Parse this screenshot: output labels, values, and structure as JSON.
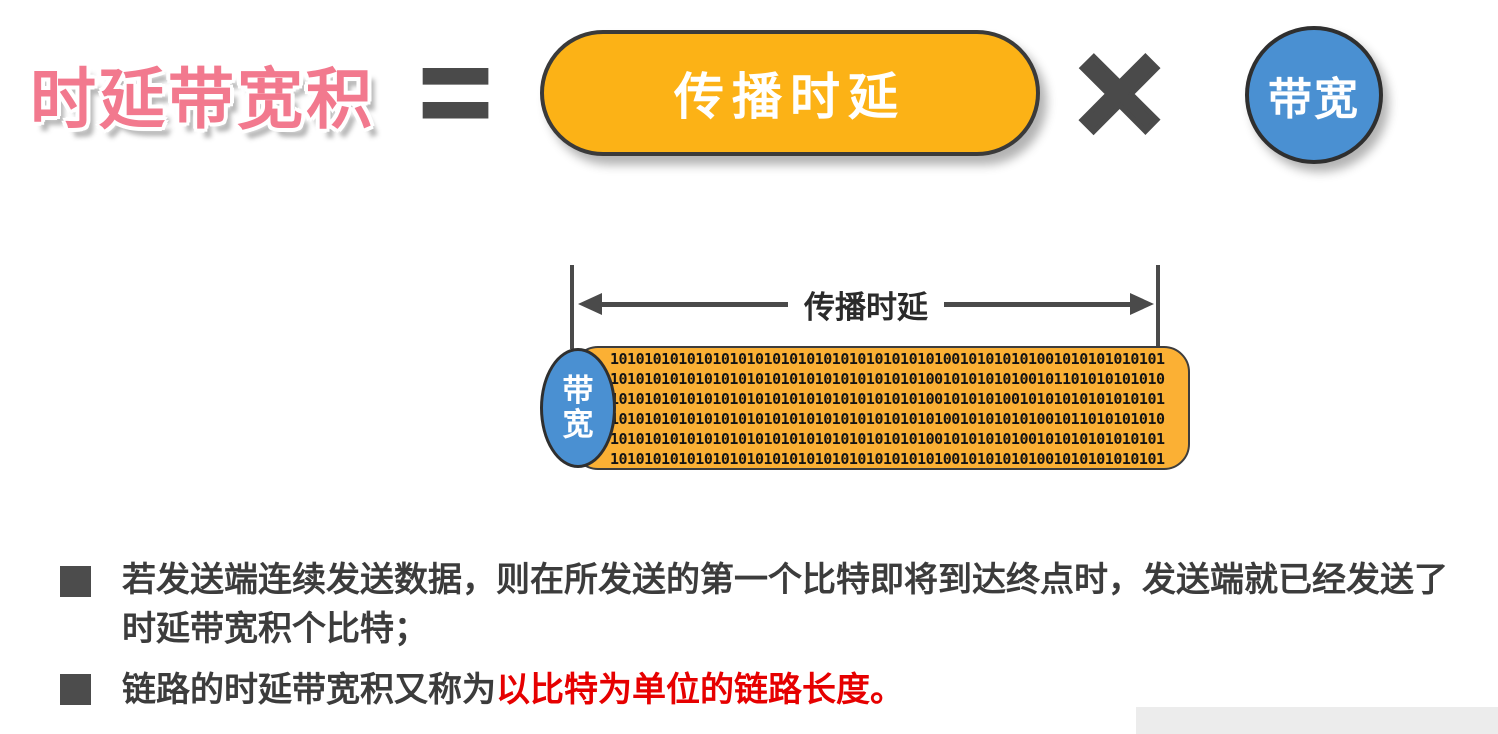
{
  "equation": {
    "title": "时延带宽积",
    "equals_symbol": "=",
    "propagation_delay": "传播时延",
    "multiply_symbol": "×",
    "bandwidth": "带宽"
  },
  "diagram": {
    "arrow_label": "传播时延",
    "pipe_bandwidth_label": "带宽",
    "bit_lines": [
      "10101010101010101010101010101010101010100101010101001010101010101",
      "10101010101010101010101010101010101010010101010100101101010101010",
      "10101010101010101010101010101010101010010101010010101010101010101",
      "10101010101010101010101010101010101010100101010101001011010101010",
      "10101010101010101010101010101010101010010101010100101010101010101",
      "10101010101010101010101010101010101010100101010101001010101010101"
    ]
  },
  "notes": [
    {
      "text": "若发送端连续发送数据，则在所发送的第一个比特即将到达终点时，发送端就已经发送了时延带宽积个比特；"
    },
    {
      "text_normal": "链路的时延带宽积又称为",
      "text_highlight": "以比特为单位的链路长度。"
    }
  ],
  "colors": {
    "title_pink": "#f2798e",
    "pill_orange": "#fcb216",
    "pipe_orange": "#fbb034",
    "circle_blue": "#4a90d2",
    "highlight_red": "#e60000",
    "line_dark_gray": "#4a4a4a"
  }
}
